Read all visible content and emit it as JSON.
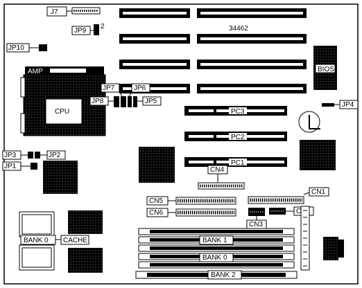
{
  "board_id": "34462",
  "labels": {
    "j7": "J7",
    "jp9": "JP9",
    "jp9_pin": "2",
    "jp10": "JP10",
    "amp": "AMP",
    "cpu": "CPU",
    "bios": "BIOS",
    "jp7": "JP7",
    "jp6": "JP6",
    "jp8": "JP8",
    "jp5": "JP5",
    "jp4": "JP4",
    "jp3": "JP3",
    "jp2": "JP2",
    "jp1": "JP1",
    "pc3": "PC3",
    "pc2": "PC2",
    "pc1": "PC1",
    "cn4": "CN4",
    "cn5": "CN5",
    "cn6": "CN6",
    "cn1": "CN1",
    "cn2": "CN2",
    "cn3": "CN3",
    "bank0_cache": "BANK 0",
    "cache": "CACHE",
    "bank1": "BANK 1",
    "bank0": "BANK 0",
    "bank2": "BANK 2"
  }
}
